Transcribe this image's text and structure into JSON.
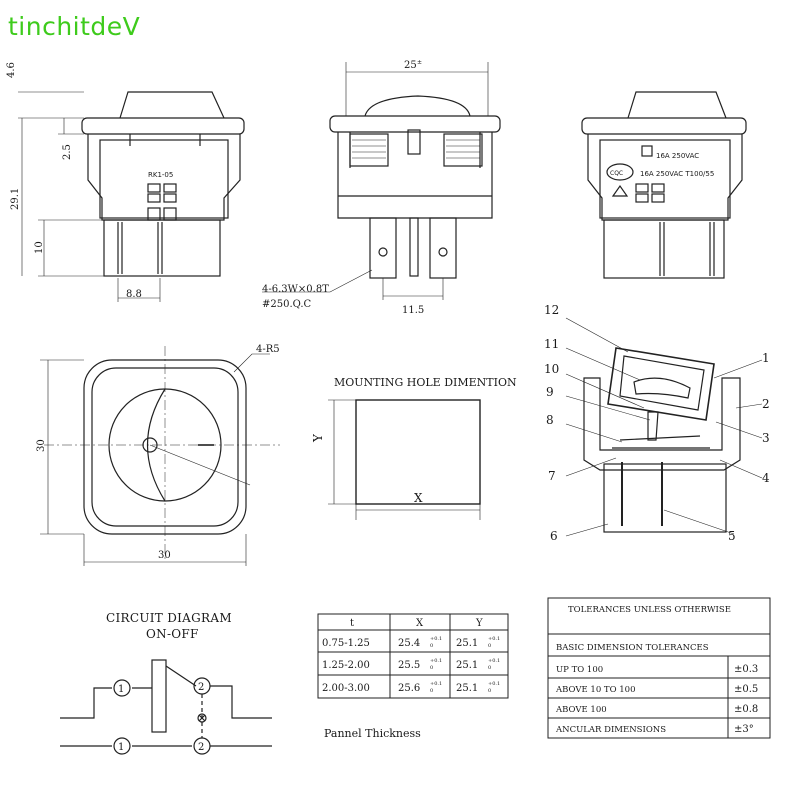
{
  "watermark": "tinchitdeV",
  "side_view": {
    "dim_height_rocker": "4.6",
    "dim_step": "2.5",
    "dim_total_height": "29.1",
    "dim_terminal_height": "10",
    "dim_terminal_pitch": "8.8",
    "model": "RK1-05"
  },
  "front_view": {
    "dim_width": "25",
    "dim_width_tol": "±",
    "dim_terminal_spacing": "11.5",
    "terminal_note_1": "4-6.3W×0.8T",
    "terminal_note_2": "#250.Q.C"
  },
  "back_view": {
    "rating_1": "16A 250VAC",
    "rating_2": "16A 250VAC T100/55",
    "cert_mark": "CQC"
  },
  "top_view": {
    "corner_radius": "4-R5",
    "dim_height": "30",
    "dim_width": "30"
  },
  "mounting_hole": {
    "title": "MOUNTING HOLE DIMENTION",
    "x_label": "X",
    "y_label": "Y"
  },
  "section_view": {
    "callouts": [
      "1",
      "2",
      "3",
      "4",
      "5",
      "6",
      "7",
      "8",
      "9",
      "10",
      "11",
      "12"
    ]
  },
  "circuit": {
    "title": "CIRCUIT DIAGRAM",
    "subtitle": "ON-OFF",
    "node_1": "1",
    "node_2": "2"
  },
  "panel_table": {
    "headers": [
      "t",
      "X",
      "Y"
    ],
    "rows": [
      [
        "0.75-1.25",
        "25.4",
        "25.1"
      ],
      [
        "1.25-2.00",
        "25.5",
        "25.1"
      ],
      [
        "2.00-3.00",
        "25.6",
        "25.1"
      ]
    ],
    "tolerance_sup": "+0.1",
    "tolerance_sub": "0",
    "caption": "Pannel Thickness"
  },
  "tolerance_table": {
    "title": "TOLERANCES UNLESS OTHERWISE",
    "subtitle": "BASIC DIMENSION TOLERANCES",
    "rows": [
      [
        "UP TO 100",
        "±0.3"
      ],
      [
        "ABOVE 10 TO 100",
        "±0.5"
      ],
      [
        "ABOVE 100",
        "±0.8"
      ],
      [
        "ANCULAR DIMENSIONS",
        "±3°"
      ]
    ]
  }
}
